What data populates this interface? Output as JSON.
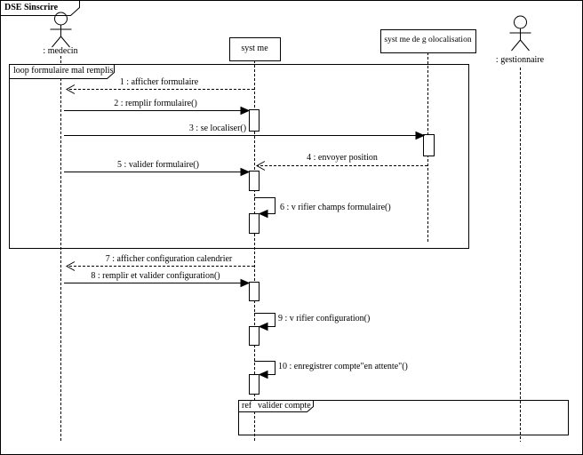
{
  "frame": {
    "title": "DSE Sinscrire"
  },
  "actors": {
    "medecin": ": medecin",
    "gestionnaire": ": gestionnaire"
  },
  "objects": {
    "systeme": "syst me",
    "geolocalisation": "syst me de g olocalisation"
  },
  "fragments": {
    "loop_label": "loop formulaire mal remplis",
    "ref_keyword": "ref",
    "ref_name": "valider compte"
  },
  "messages": [
    {
      "label": "1 : afficher formulaire"
    },
    {
      "label": "2 : remplir formulaire()"
    },
    {
      "label": "3 : se localiser()"
    },
    {
      "label": "4 : envoyer position"
    },
    {
      "label": "5 : valider formulaire()"
    },
    {
      "label": "6 : v rifier champs formulaire()"
    },
    {
      "label": "7 : afficher configuration calendrier"
    },
    {
      "label": "8 : remplir et valider configuration()"
    },
    {
      "label": "9 : v rifier configuration()"
    },
    {
      "label": "10 : enregistrer compte\"en attente\"()"
    }
  ],
  "colors": {
    "line": "#000000",
    "background": "#ffffff"
  }
}
